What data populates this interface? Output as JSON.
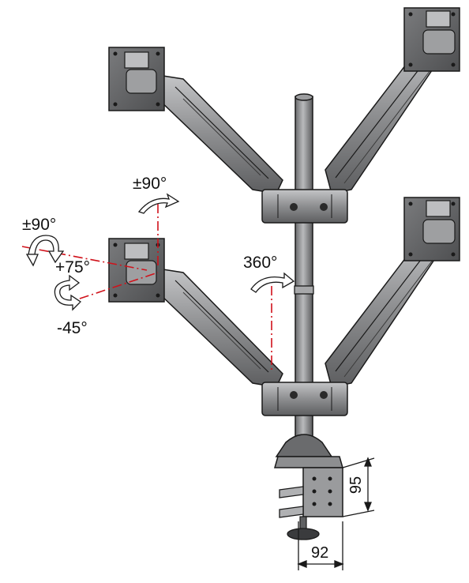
{
  "annotations": {
    "tilt": "±90°",
    "swivel": "±90°",
    "pan_up": "+75°",
    "pan_down": "-45°",
    "pole_rotation": "360°"
  },
  "dimensions": {
    "clamp_height": "95",
    "clamp_width": "92"
  },
  "colors": {
    "metal_dark": "#5f6062",
    "metal_mid": "#8a8b8d",
    "metal_light": "#b8b9bb",
    "outline": "#1a1a1a",
    "axis_red": "#d0121b",
    "arrow_fill": "#ffffff"
  }
}
